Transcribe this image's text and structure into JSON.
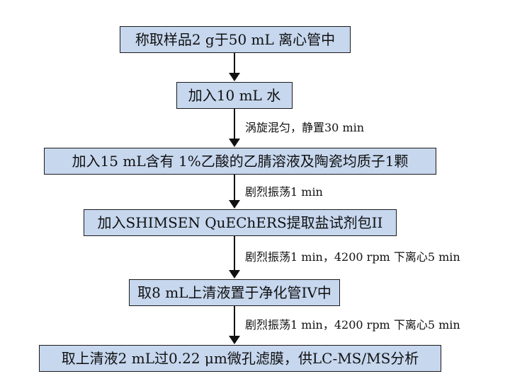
{
  "steps": [
    {
      "label": "称取样品2 g于50 mL 离心管中"
    },
    {
      "label": "加入10 mL 水"
    },
    {
      "label": "加入15 mL含有 1%乙酸的乙腈溶液及陶瓷均质子1颗"
    },
    {
      "label": "加入SHIMSEN QuEChERS提取盐试剂包II"
    },
    {
      "label": "取8 mL上清液置于净化管IV中"
    },
    {
      "label": "取上清液2 mL过0.22 μm微孔滤膜，供LC-MS/MS分析"
    }
  ],
  "notes": [
    {
      "label": "涡旋混匀，静置30 min"
    },
    {
      "label": "剧烈振荡1 min"
    },
    {
      "label": "剧烈振荡1 min，4200 rpm 下离心5 min"
    },
    {
      "label": "剧烈振荡1 min，4200 rpm 下离心5 min"
    }
  ],
  "colors": {
    "box_fill": "#c6d7ee",
    "box_border": "#1a1a1a",
    "arrow": "#111111",
    "text": "#111111"
  }
}
